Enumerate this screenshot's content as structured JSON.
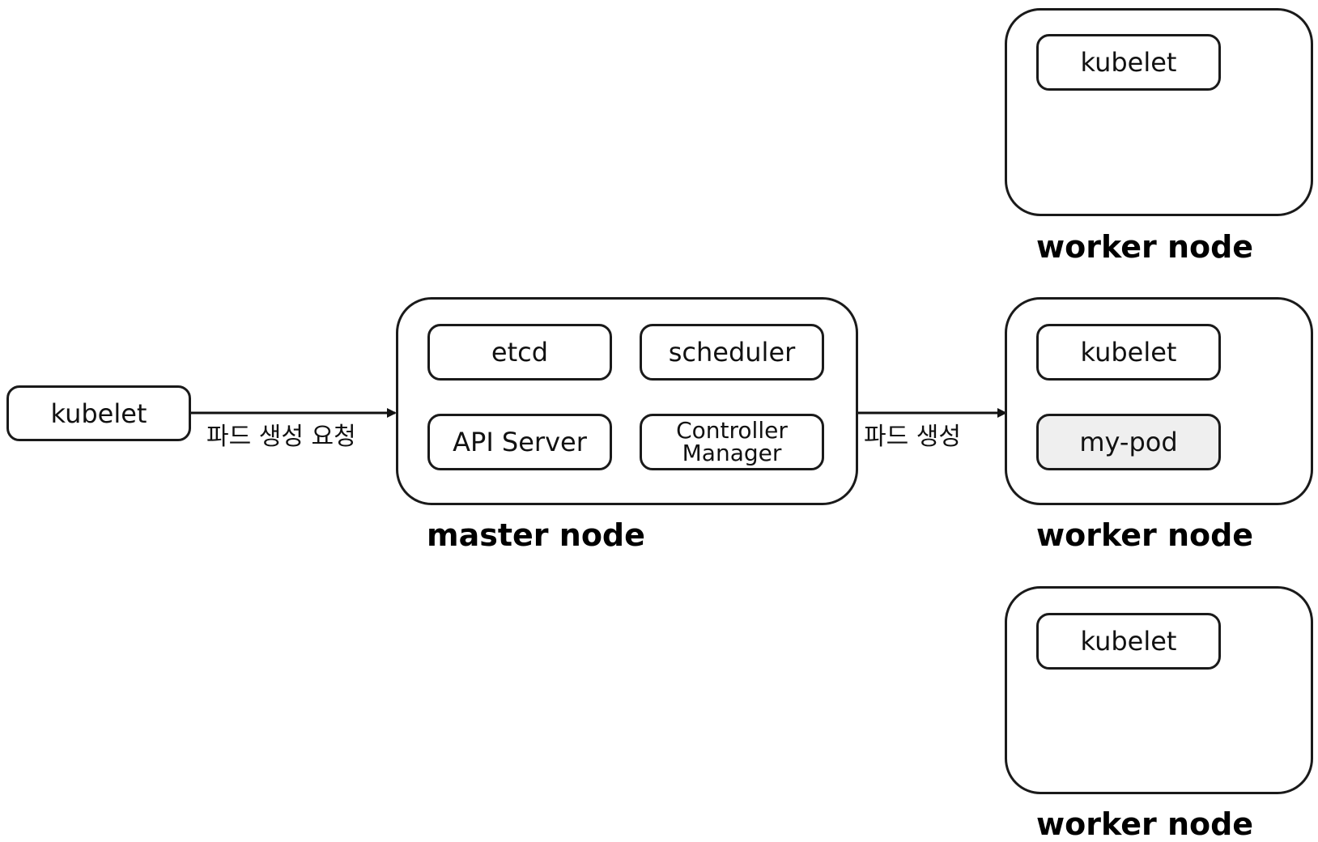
{
  "client": {
    "label": "kubelet"
  },
  "edges": {
    "request_label": "파드 생성 요청",
    "create_label": "파드 생성"
  },
  "master": {
    "label": "master node",
    "components": {
      "etcd": "etcd",
      "scheduler": "scheduler",
      "api_server": "API Server",
      "controller_manager_line1": "Controller",
      "controller_manager_line2": "Manager"
    }
  },
  "workers": [
    {
      "label": "worker node",
      "kubelet": "kubelet"
    },
    {
      "label": "worker node",
      "kubelet": "kubelet",
      "pod": "my-pod"
    },
    {
      "label": "worker node",
      "kubelet": "kubelet"
    }
  ]
}
